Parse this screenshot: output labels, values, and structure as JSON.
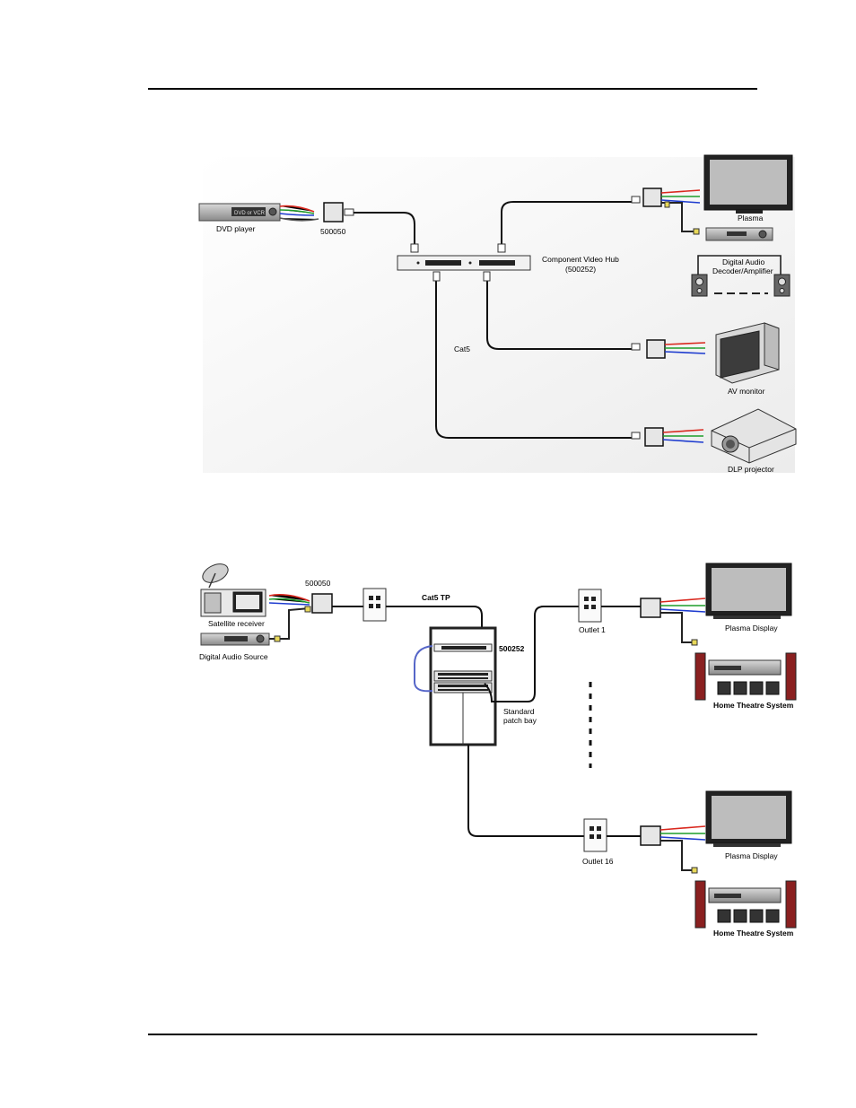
{
  "diagram1": {
    "dvd_label": "DVD player",
    "dvd_screen_text": "DVD or VCR",
    "balun_label": "500050",
    "hub_label_line1": "Component Video Hub",
    "hub_label_line2": "(500252)",
    "cable_label": "Cat5",
    "plasma_label": "Plasma",
    "decoder_label_line1": "Digital Audio",
    "decoder_label_line2": "Decoder/Amplifier",
    "av_monitor_label": "AV monitor",
    "dlp_label": "DLP projector"
  },
  "diagram2": {
    "satellite_label": "Satellite receiver",
    "audio_source_label": "Digital Audio Source",
    "balun_label": "500050",
    "cable_label": "Cat5 TP",
    "hub_label": "500252",
    "patch_label_line1": "Standard",
    "patch_label_line2": "patch bay",
    "outlet1_label": "Outlet 1",
    "outlet16_label": "Outlet 16",
    "plasma_top_label": "Plasma Display",
    "hts_top_label": "Home Theatre System",
    "plasma_bottom_label": "Plasma Display",
    "hts_bottom_label": "Home Theatre System"
  }
}
